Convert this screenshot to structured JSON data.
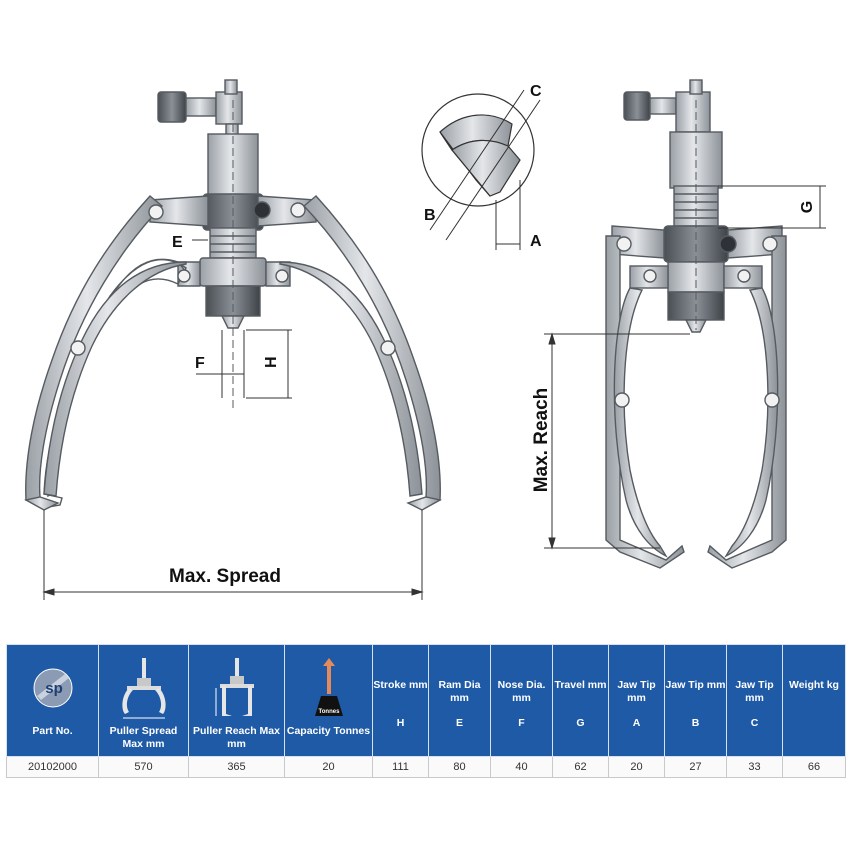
{
  "diagram": {
    "labels": {
      "max_spread": "Max. Spread",
      "max_reach": "Max. Reach",
      "e": "E",
      "f": "F",
      "h": "H",
      "g": "G",
      "a": "A",
      "b": "B",
      "c": "C"
    }
  },
  "table": {
    "logo_text": "sp",
    "tonnes_tag": "Tonnes",
    "headers": [
      {
        "top": "",
        "bottom": "Part No."
      },
      {
        "top": "",
        "bottom": "Puller Spread Max mm"
      },
      {
        "top": "",
        "bottom": "Puller Reach Max mm"
      },
      {
        "top": "",
        "bottom": "Capacity Tonnes"
      },
      {
        "top": "Stroke mm",
        "letter": "H"
      },
      {
        "top": "Ram Dia mm",
        "letter": "E"
      },
      {
        "top": "Nose Dia. mm",
        "letter": "F"
      },
      {
        "top": "Travel mm",
        "letter": "G"
      },
      {
        "top": "Jaw Tip mm",
        "letter": "A"
      },
      {
        "top": "Jaw Tip mm",
        "letter": "B"
      },
      {
        "top": "Jaw Tip mm",
        "letter": "C"
      },
      {
        "top": "Weight kg",
        "letter": ""
      }
    ],
    "row": [
      "20102000",
      "570",
      "365",
      "20",
      "111",
      "80",
      "40",
      "62",
      "20",
      "27",
      "33",
      "66"
    ]
  },
  "colors": {
    "header_bg": "#1f5aa6",
    "metal": "#b8bcc2",
    "metal_dark": "#7d8389",
    "outline": "#555b60"
  }
}
